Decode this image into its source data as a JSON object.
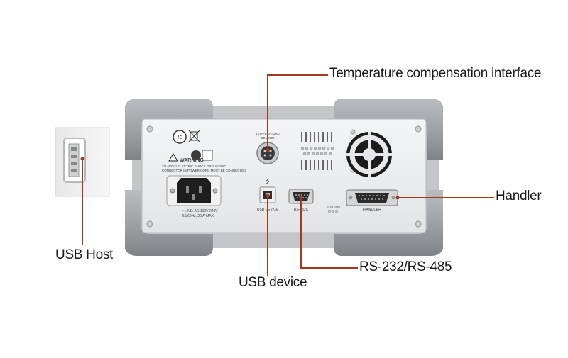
{
  "callouts": {
    "temperature": "Temperature compensation interface",
    "handler": "Handler",
    "usb_host": "USB Host",
    "usb_device": "USB device",
    "rs232": "RS-232/RS-485"
  },
  "panel": {
    "warning_title": "WARNING",
    "warning_line1": "TO AVOID ELECTRIC SHOCK GROUNDING",
    "warning_line2": "CONNECTOR IN POWER CORD MUST BE CONNECTED.",
    "power_line1": "~LINE: AC 100V-240V",
    "power_line2": "50/60Hz, 20W MAX",
    "temp_sensor_line1": "TEMPERATURE",
    "temp_sensor_line2": "SENSOR",
    "usb_device_label": "USB DEVICE",
    "rs232_label": "RS-232C",
    "handler_label": "HANDLER",
    "age_badge": "40"
  },
  "colors": {
    "leader_line": "#a23a1e",
    "panel_face": "#ecedef",
    "bumper": "#9a9da1"
  }
}
